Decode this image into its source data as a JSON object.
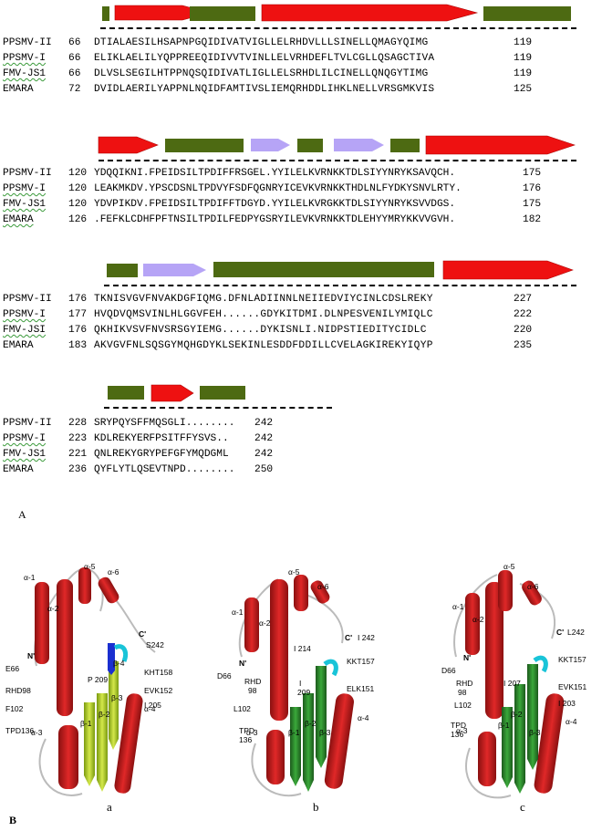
{
  "alignment": {
    "blocks": [
      {
        "rows": [
          {
            "name": "PPSMV-II",
            "start": "66",
            "seq": "DTIALAESILHSAPNPGQIDIVATVIGLLELRHDVLLLSINELLQMAGYQIMG",
            "end": "119"
          },
          {
            "name": "PPSMV-I",
            "start": "66",
            "seq": "ELIKLAELILYQPPREEQIDIVVTVINLLELVRHDEFLTVLCGLLQSAGCTIVA",
            "end": "119"
          },
          {
            "name": "FMV-JS1",
            "start": "66",
            "seq": "DLVSLSEGILHTPPNQSQIDIVATLIGLLELSRHDLILCINELLQNQGYTIMG",
            "end": "119"
          },
          {
            "name": "EMARA",
            "start": "72",
            "seq": "DVIDLAERILYAPPNLNQIDFAMTIVSLIEMQRHDDLIHKLNELLVRSGMKVIS",
            "end": "125"
          }
        ]
      },
      {
        "rows": [
          {
            "name": "PPSMV-II",
            "start": "120",
            "seq": "YDQQIKNI.FPEIDSILTPDIFFRSGEL.YYILELKVRNKKTDLSIYYNRYKSAVQCH.",
            "end": "175"
          },
          {
            "name": "PPSMV-I",
            "start": "120",
            "seq": "LEAKMKDV.YPSCDSNLTPDVYFSDFQGNRYICEVKVRNKKTHDLNLFYDKYSNVLRTY.",
            "end": "176"
          },
          {
            "name": "FMV-JS1",
            "start": "120",
            "seq": "YDVPIKDV.FPEIDSILTPDIFFTDGYD.YYILELKVRGKKTDLSIYYNRYKSVVDGS.",
            "end": "175"
          },
          {
            "name": "EMARA",
            "start": "126",
            "seq": ".FEFKLCDHFPFTNSILTPDILFEDPYGSRYILEVKVRNKKTDLEHYYMRYKKVVGVH.",
            "end": "182"
          }
        ]
      },
      {
        "rows": [
          {
            "name": "PPSMV-II",
            "start": "176",
            "seq": "TKNISVGVFNVAKDGFIQMG.DFNLADIINNLNEIIEDVIYCINLCDSLREKY",
            "end": "227"
          },
          {
            "name": "PPSMV-I",
            "start": "177",
            "seq": "HVQDVQMSVINLHLGGVFEH......GDYKITDMI.DLNPESVENILYMIQLC",
            "end": "222"
          },
          {
            "name": "FMV-JSI",
            "start": "176",
            "seq": "QKHIKVSVFNVSRSGYIEMG......DYKISNLI.NIDPSTIEDITYCIDLC",
            "end": "220"
          },
          {
            "name": "EMARA",
            "start": "183",
            "seq": "AKVGVFNLSQSGYMQHGDYKLSEKINLESDDFDDILLCVELAGKIREKYIQYP",
            "end": "235"
          }
        ]
      },
      {
        "rows": [
          {
            "name": "PPSMV-II",
            "start": "228",
            "seq": "SRYPQYSFFMQSGLI........",
            "end": "242"
          },
          {
            "name": "PPSMV-I",
            "start": "223",
            "seq": "KDLREKYERFPSITFFYSVS..",
            "end": "242"
          },
          {
            "name": "FMV-JS1",
            "start": "221",
            "seq": "QNLREKYGRYPEFGFYMQDGML",
            "end": "242"
          },
          {
            "name": "EMARA",
            "start": "236",
            "seq": "QYFLYTLQSEVTNPD........",
            "end": "250"
          }
        ]
      }
    ]
  },
  "panel_labels": {
    "A": "A",
    "B": "B"
  },
  "sub_labels": {
    "a": "a",
    "b": "b",
    "c": "c"
  },
  "structures": [
    {
      "helices": [
        "α-1",
        "α-2",
        "α-3",
        "α-4",
        "α-5",
        "α-6"
      ],
      "strands": [
        "β-1",
        "β-2",
        "β-3",
        "β-4"
      ],
      "n_term": "N'",
      "c_term": "C'",
      "start": "E66",
      "end": "S242",
      "motifs": [
        "RHD98",
        "F102",
        "TPD136",
        "P 209",
        "KHT158",
        "EVK152",
        "I 205"
      ]
    },
    {
      "helices": [
        "α-1",
        "α-2",
        "α-3",
        "α-4",
        "α-5",
        "α-6"
      ],
      "strands": [
        "β-1",
        "β-2",
        "β-3"
      ],
      "n_term": "N'",
      "c_term": "C'",
      "start": "D66",
      "end": "I 242",
      "motifs": [
        "I 214",
        "RHD",
        "98",
        "I",
        "209",
        "L102",
        "TPD",
        "136",
        "KKT157",
        "ELK151"
      ]
    },
    {
      "helices": [
        "α-1",
        "α-2",
        "α-3",
        "α-4",
        "α-5",
        "α-6"
      ],
      "strands": [
        "β-1",
        "β-2",
        "β-3"
      ],
      "n_term": "N'",
      "c_term": "C'",
      "start": "D66",
      "end": "L242",
      "motifs": [
        "RHD",
        "98",
        "I 207",
        "L102",
        "TPD",
        "136",
        "KKT157",
        "EVK151",
        "I 203"
      ]
    }
  ],
  "colors": {
    "helix": "#ee1111",
    "strand": "#4d6a12",
    "strand_light": "#b6a4f6",
    "residue_blue": "#1a1f8c",
    "residue_red": "#8a1a1a",
    "ribbon_red": "#d42020",
    "ribbon_green": "#2e8a2e",
    "ribbon_yellow": "#b8d430",
    "cyan": "#19c4d8"
  }
}
